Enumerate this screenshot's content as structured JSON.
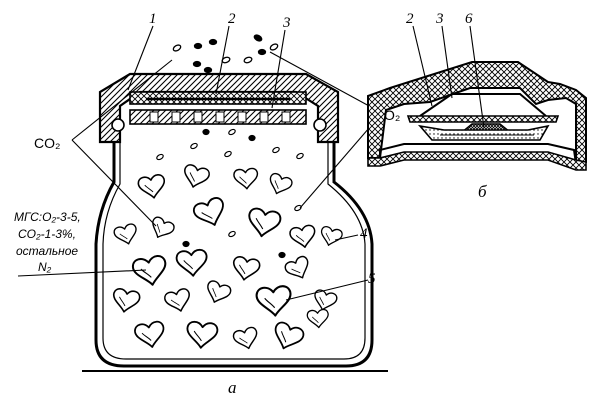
{
  "figure": {
    "part_a": {
      "caption": "а",
      "numbers": [
        "1",
        "2",
        "3",
        "4",
        "5"
      ],
      "gas_left": "CO₂",
      "gas_right": "O₂",
      "mix_lines": [
        "МГС:O₂-3-5,",
        "CO₂-1-3%,",
        "остальное",
        "N₂"
      ]
    },
    "part_b": {
      "caption": "б",
      "numbers": [
        "2",
        "3",
        "6"
      ]
    }
  }
}
